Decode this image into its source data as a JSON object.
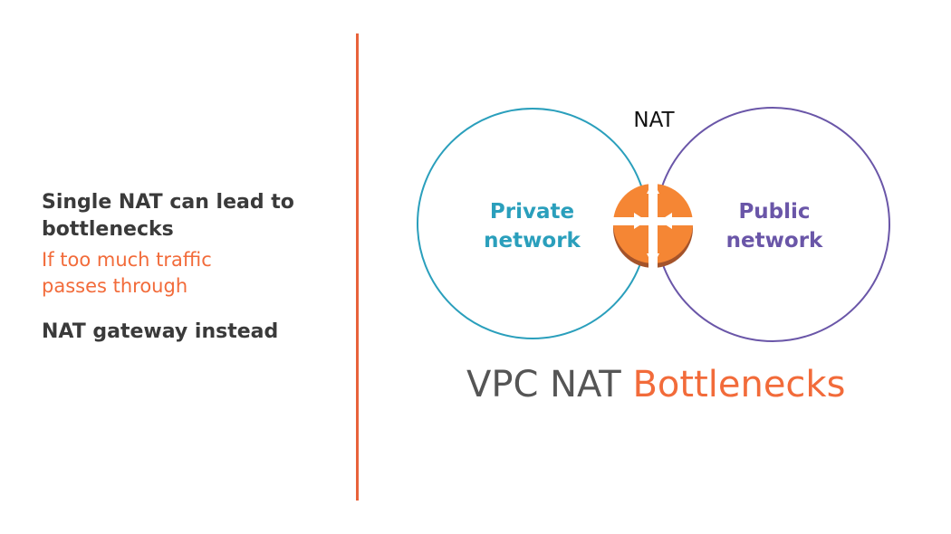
{
  "bullets": {
    "b1": "Single NAT can lead to bottlenecks",
    "b1_sub": "If too much traffic passes through",
    "b2": "NAT gateway instead"
  },
  "diagram": {
    "nat_label": "NAT",
    "private_label": "Private network",
    "public_label": "Public network",
    "icon": "nat-router-icon",
    "colors": {
      "private": "#2a9fbc",
      "public": "#6a56a8",
      "nat": "#f58634",
      "accent": "#f26b3a"
    }
  },
  "title": {
    "part1": "VPC NAT",
    "part2": "Bottlenecks"
  }
}
